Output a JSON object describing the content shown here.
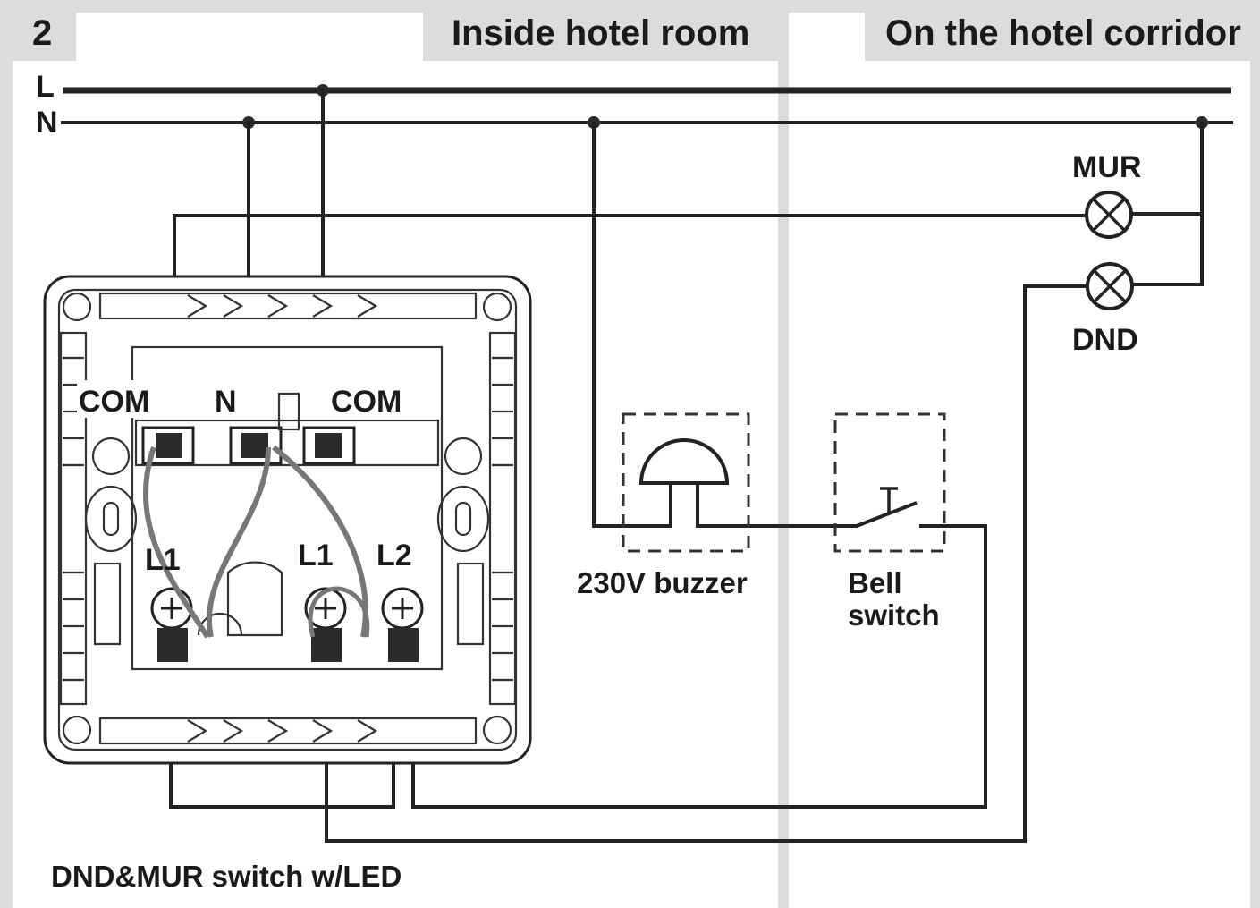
{
  "header": {
    "step_number": "2",
    "section_room": "Inside hotel room",
    "section_corridor": "On the hotel corridor"
  },
  "lines": {
    "live": "L",
    "neutral": "N"
  },
  "lamps": {
    "mur": "MUR",
    "dnd": "DND"
  },
  "terminals": {
    "com_left": "COM",
    "n": "N",
    "com_right": "COM",
    "l1_left": "L1",
    "l1_right": "L1",
    "l2": "L2"
  },
  "components": {
    "buzzer": "230V buzzer",
    "bell_switch_line1": "Bell",
    "bell_switch_line2": "switch"
  },
  "caption": "DND&MUR switch w/LED",
  "colors": {
    "band": "#dcdcdc",
    "wire": "#222222",
    "jumper": "#777777"
  }
}
